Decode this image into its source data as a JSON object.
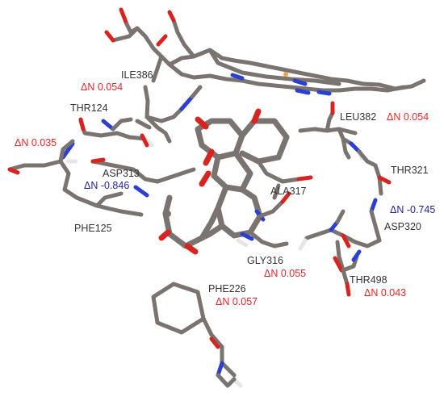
{
  "colors": {
    "carbon": "#7a7370",
    "nitrogen": "#2b3fd1",
    "oxygen": "#d8231e",
    "hydrogen": "#e6e6e6",
    "label": "#333333",
    "delta_positive": "#e8262a",
    "delta_negative": "#1f1f9e"
  },
  "residues": [
    {
      "name": "ILE386",
      "delta": "ΔN 0.054",
      "sign": "positive"
    },
    {
      "name": "THR124",
      "delta": "ΔN 0.035",
      "sign": "positive"
    },
    {
      "name": "ASP313",
      "delta": "ΔN -0.846",
      "sign": "negative"
    },
    {
      "name": "PHE125",
      "delta": "",
      "sign": ""
    },
    {
      "name": "LEU382",
      "delta": "ΔN 0.054",
      "sign": "positive"
    },
    {
      "name": "THR321",
      "delta": "ΔN -0.745",
      "sign": "negative"
    },
    {
      "name": "ALA317",
      "delta": "",
      "sign": ""
    },
    {
      "name": "ASP320",
      "delta": "",
      "sign": ""
    },
    {
      "name": "GLY316",
      "delta": "ΔN 0.055",
      "sign": "positive"
    },
    {
      "name": "THR498",
      "delta": "ΔN 0.043",
      "sign": "positive"
    },
    {
      "name": "PHE226",
      "delta": "ΔN 0.057",
      "sign": "positive"
    }
  ]
}
